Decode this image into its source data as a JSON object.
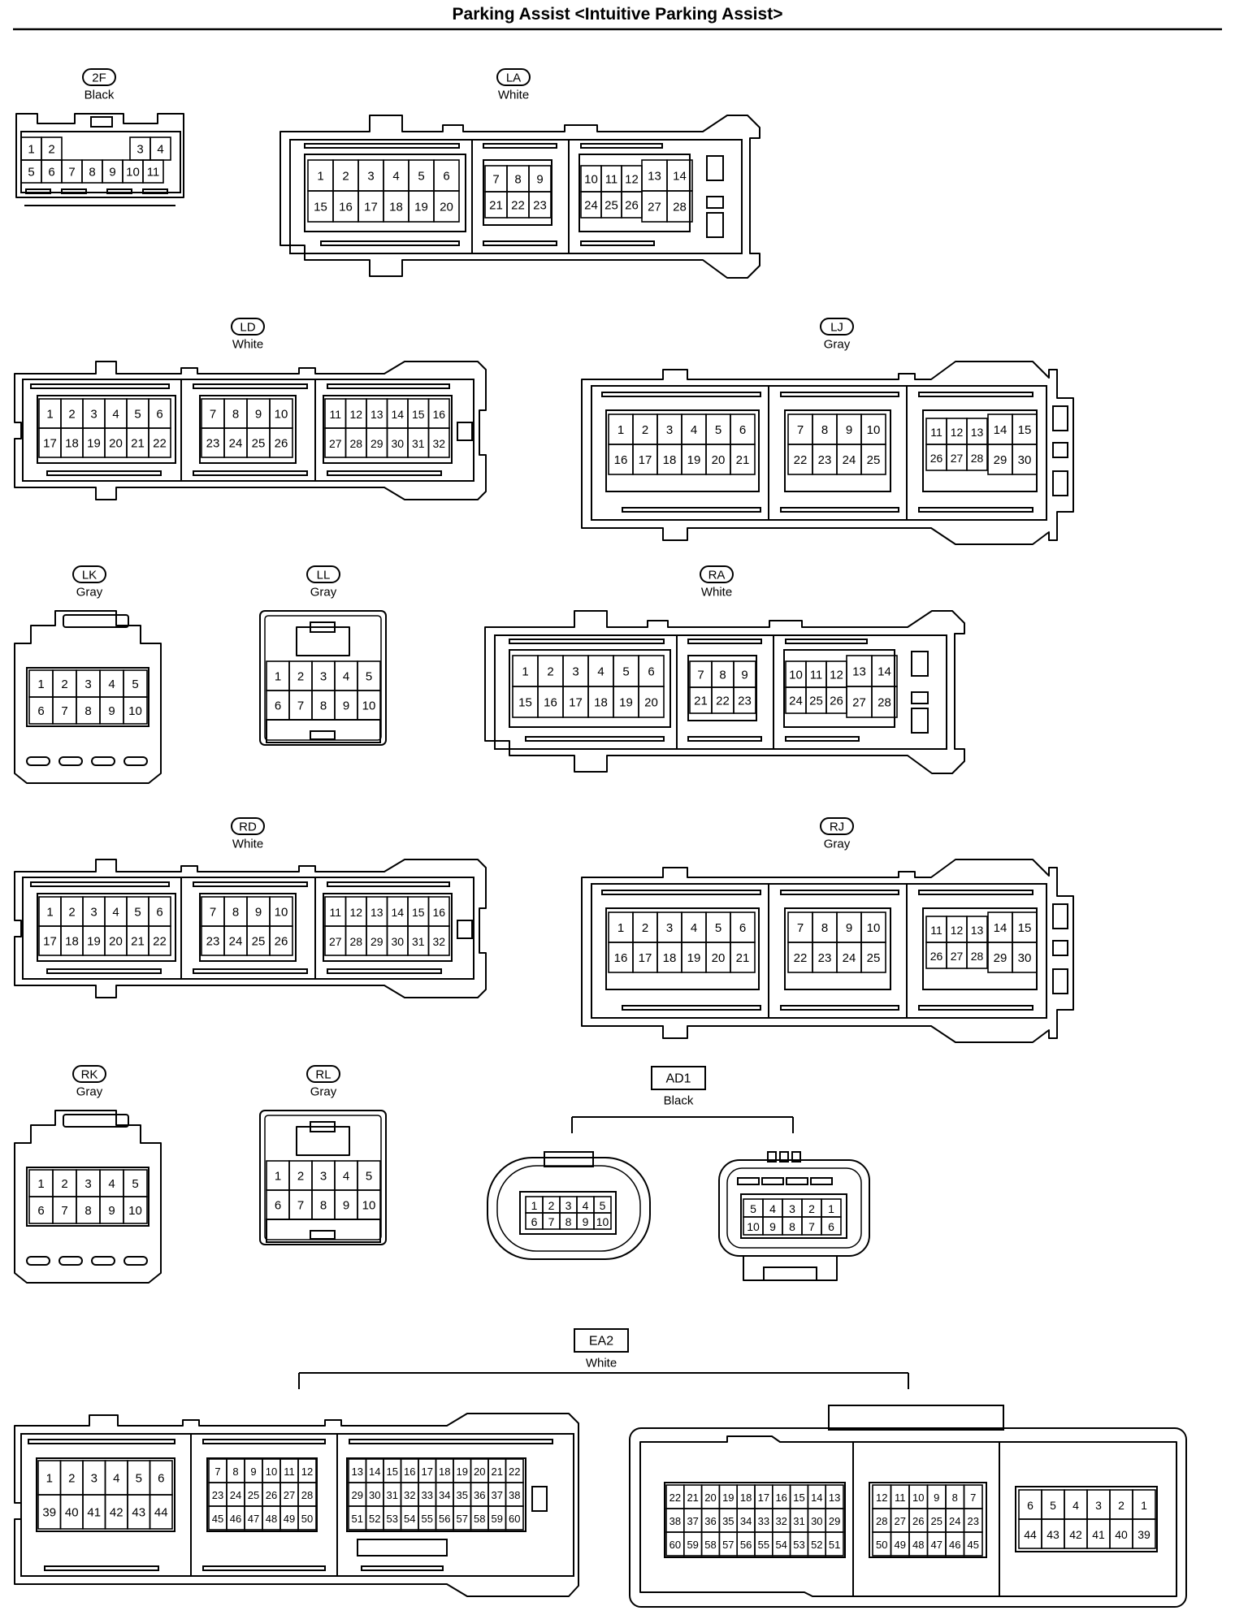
{
  "page": {
    "title": "Parking Assist <Intuitive Parking Assist>"
  },
  "connectors": [
    {
      "id": "2F",
      "color": "Black",
      "label_style": "pill"
    },
    {
      "id": "LA",
      "color": "White",
      "label_style": "pill"
    },
    {
      "id": "LD",
      "color": "White",
      "label_style": "pill"
    },
    {
      "id": "LJ",
      "color": "Gray",
      "label_style": "pill"
    },
    {
      "id": "LK",
      "color": "Gray",
      "label_style": "pill"
    },
    {
      "id": "LL",
      "color": "Gray",
      "label_style": "pill"
    },
    {
      "id": "RA",
      "color": "White",
      "label_style": "pill"
    },
    {
      "id": "RD",
      "color": "White",
      "label_style": "pill"
    },
    {
      "id": "RJ",
      "color": "Gray",
      "label_style": "pill"
    },
    {
      "id": "RK",
      "color": "Gray",
      "label_style": "pill"
    },
    {
      "id": "RL",
      "color": "Gray",
      "label_style": "pill"
    },
    {
      "id": "AD1",
      "color": "Black",
      "label_style": "box"
    },
    {
      "id": "EA2",
      "color": "White",
      "label_style": "box"
    }
  ],
  "pin_groups": {
    "2F_left": [
      [
        "1",
        "2"
      ],
      [
        "5",
        "6",
        "7",
        "8",
        "9",
        "10",
        "11"
      ]
    ],
    "2F_right": [
      [
        "3",
        "4"
      ]
    ],
    "LA_a": [
      [
        "1",
        "2",
        "3",
        "4",
        "5",
        "6"
      ],
      [
        "15",
        "16",
        "17",
        "18",
        "19",
        "20"
      ]
    ],
    "LA_b": [
      [
        "7",
        "8",
        "9"
      ],
      [
        "21",
        "22",
        "23"
      ]
    ],
    "LA_c": [
      [
        "10",
        "11",
        "12"
      ],
      [
        "24",
        "25",
        "26"
      ]
    ],
    "LA_d": [
      [
        "13",
        "14"
      ],
      [
        "27",
        "28"
      ]
    ],
    "LD_a": [
      [
        "1",
        "2",
        "3",
        "4",
        "5",
        "6"
      ],
      [
        "17",
        "18",
        "19",
        "20",
        "21",
        "22"
      ]
    ],
    "LD_b": [
      [
        "7",
        "8",
        "9",
        "10"
      ],
      [
        "23",
        "24",
        "25",
        "26"
      ]
    ],
    "LD_c": [
      [
        "11",
        "12",
        "13",
        "14",
        "15",
        "16"
      ],
      [
        "27",
        "28",
        "29",
        "30",
        "31",
        "32"
      ]
    ],
    "LJ_a": [
      [
        "1",
        "2",
        "3",
        "4",
        "5",
        "6"
      ],
      [
        "16",
        "17",
        "18",
        "19",
        "20",
        "21"
      ]
    ],
    "LJ_b": [
      [
        "7",
        "8",
        "9",
        "10"
      ],
      [
        "22",
        "23",
        "24",
        "25"
      ]
    ],
    "LJ_c": [
      [
        "11",
        "12",
        "13"
      ],
      [
        "26",
        "27",
        "28"
      ]
    ],
    "LJ_d": [
      [
        "14",
        "15"
      ],
      [
        "29",
        "30"
      ]
    ],
    "LK": [
      [
        "1",
        "2",
        "3",
        "4",
        "5"
      ],
      [
        "6",
        "7",
        "8",
        "9",
        "10"
      ]
    ],
    "LL": [
      [
        "1",
        "2",
        "3",
        "4",
        "5"
      ],
      [
        "6",
        "7",
        "8",
        "9",
        "10"
      ]
    ],
    "RA_a": [
      [
        "1",
        "2",
        "3",
        "4",
        "5",
        "6"
      ],
      [
        "15",
        "16",
        "17",
        "18",
        "19",
        "20"
      ]
    ],
    "RA_b": [
      [
        "7",
        "8",
        "9"
      ],
      [
        "21",
        "22",
        "23"
      ]
    ],
    "RA_c": [
      [
        "10",
        "11",
        "12"
      ],
      [
        "24",
        "25",
        "26"
      ]
    ],
    "RA_d": [
      [
        "13",
        "14"
      ],
      [
        "27",
        "28"
      ]
    ],
    "RD_a": [
      [
        "1",
        "2",
        "3",
        "4",
        "5",
        "6"
      ],
      [
        "17",
        "18",
        "19",
        "20",
        "21",
        "22"
      ]
    ],
    "RD_b": [
      [
        "7",
        "8",
        "9",
        "10"
      ],
      [
        "23",
        "24",
        "25",
        "26"
      ]
    ],
    "RD_c": [
      [
        "11",
        "12",
        "13",
        "14",
        "15",
        "16"
      ],
      [
        "27",
        "28",
        "29",
        "30",
        "31",
        "32"
      ]
    ],
    "RJ_a": [
      [
        "1",
        "2",
        "3",
        "4",
        "5",
        "6"
      ],
      [
        "16",
        "17",
        "18",
        "19",
        "20",
        "21"
      ]
    ],
    "RJ_b": [
      [
        "7",
        "8",
        "9",
        "10"
      ],
      [
        "22",
        "23",
        "24",
        "25"
      ]
    ],
    "RJ_c": [
      [
        "11",
        "12",
        "13"
      ],
      [
        "26",
        "27",
        "28"
      ]
    ],
    "RJ_d": [
      [
        "14",
        "15"
      ],
      [
        "29",
        "30"
      ]
    ],
    "RK": [
      [
        "1",
        "2",
        "3",
        "4",
        "5"
      ],
      [
        "6",
        "7",
        "8",
        "9",
        "10"
      ]
    ],
    "RL": [
      [
        "1",
        "2",
        "3",
        "4",
        "5"
      ],
      [
        "6",
        "7",
        "8",
        "9",
        "10"
      ]
    ],
    "AD1_a": [
      [
        "1",
        "2",
        "3",
        "4",
        "5"
      ],
      [
        "6",
        "7",
        "8",
        "9",
        "10"
      ]
    ],
    "AD1_b": [
      [
        "5",
        "4",
        "3",
        "2",
        "1"
      ],
      [
        "10",
        "9",
        "8",
        "7",
        "6"
      ]
    ],
    "EA2_a": [
      [
        "1",
        "2",
        "3",
        "4",
        "5",
        "6"
      ],
      [
        "39",
        "40",
        "41",
        "42",
        "43",
        "44"
      ]
    ],
    "EA2_b": [
      [
        "7",
        "8",
        "9",
        "10",
        "11",
        "12"
      ],
      [
        "23",
        "24",
        "25",
        "26",
        "27",
        "28"
      ],
      [
        "45",
        "46",
        "47",
        "48",
        "49",
        "50"
      ]
    ],
    "EA2_c": [
      [
        "13",
        "14",
        "15",
        "16",
        "17",
        "18",
        "19",
        "20",
        "21",
        "22"
      ],
      [
        "29",
        "30",
        "31",
        "32",
        "33",
        "34",
        "35",
        "36",
        "37",
        "38"
      ],
      [
        "51",
        "52",
        "53",
        "54",
        "55",
        "56",
        "57",
        "58",
        "59",
        "60"
      ]
    ],
    "EA2_d": [
      [
        "22",
        "21",
        "20",
        "19",
        "18",
        "17",
        "16",
        "15",
        "14",
        "13"
      ],
      [
        "38",
        "37",
        "36",
        "35",
        "34",
        "33",
        "32",
        "31",
        "30",
        "29"
      ],
      [
        "60",
        "59",
        "58",
        "57",
        "56",
        "55",
        "54",
        "53",
        "52",
        "51"
      ]
    ],
    "EA2_e": [
      [
        "12",
        "11",
        "10",
        "9",
        "8",
        "7"
      ],
      [
        "28",
        "27",
        "26",
        "25",
        "24",
        "23"
      ],
      [
        "50",
        "49",
        "48",
        "47",
        "46",
        "45"
      ]
    ],
    "EA2_f": [
      [
        "6",
        "5",
        "4",
        "3",
        "2",
        "1"
      ],
      [
        "44",
        "43",
        "42",
        "41",
        "40",
        "39"
      ]
    ]
  }
}
